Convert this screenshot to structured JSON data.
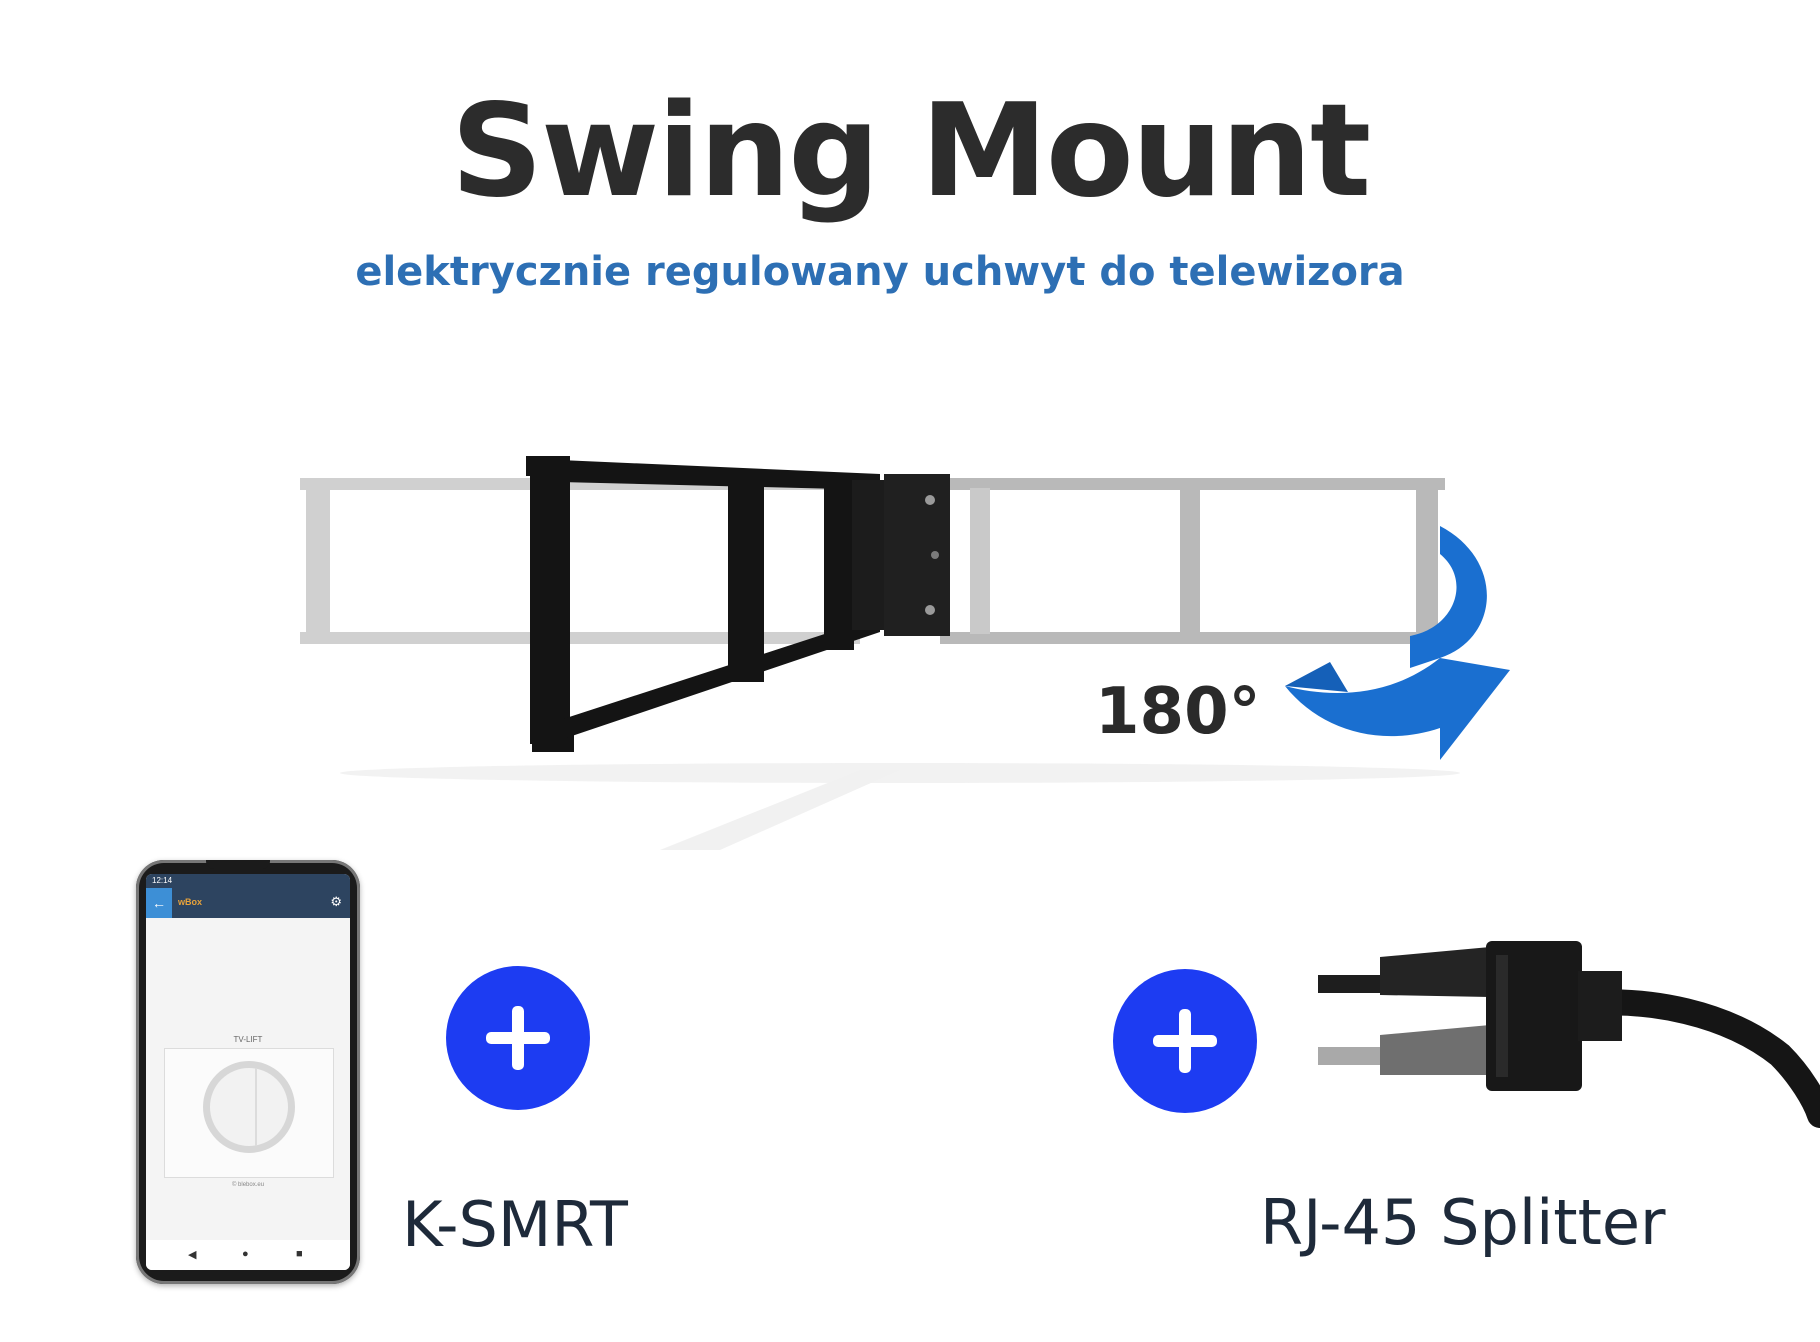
{
  "header": {
    "title": "Swing Mount",
    "subtitle": "elektrycznie regulowany uchwyt do telewizora"
  },
  "product": {
    "rotation_label": "180°",
    "arrow_color": "#1a6fd0"
  },
  "accessories": [
    {
      "name": "K-SMRT",
      "plus_icon": "plus-icon",
      "image": "smartphone-app"
    },
    {
      "name": "RJ-45 Splitter",
      "plus_icon": "plus-icon",
      "image": "rj45-splitter-cable"
    }
  ],
  "phone": {
    "status_time": "12:14",
    "app_name": "wBox",
    "widget_title": "TV-LIFT",
    "footer": "© blebox.eu"
  },
  "colors": {
    "title": "#2c2c2c",
    "subtitle": "#2d6fb4",
    "plus_circle": "#1d3cf2",
    "caption": "#1e2a3a"
  }
}
